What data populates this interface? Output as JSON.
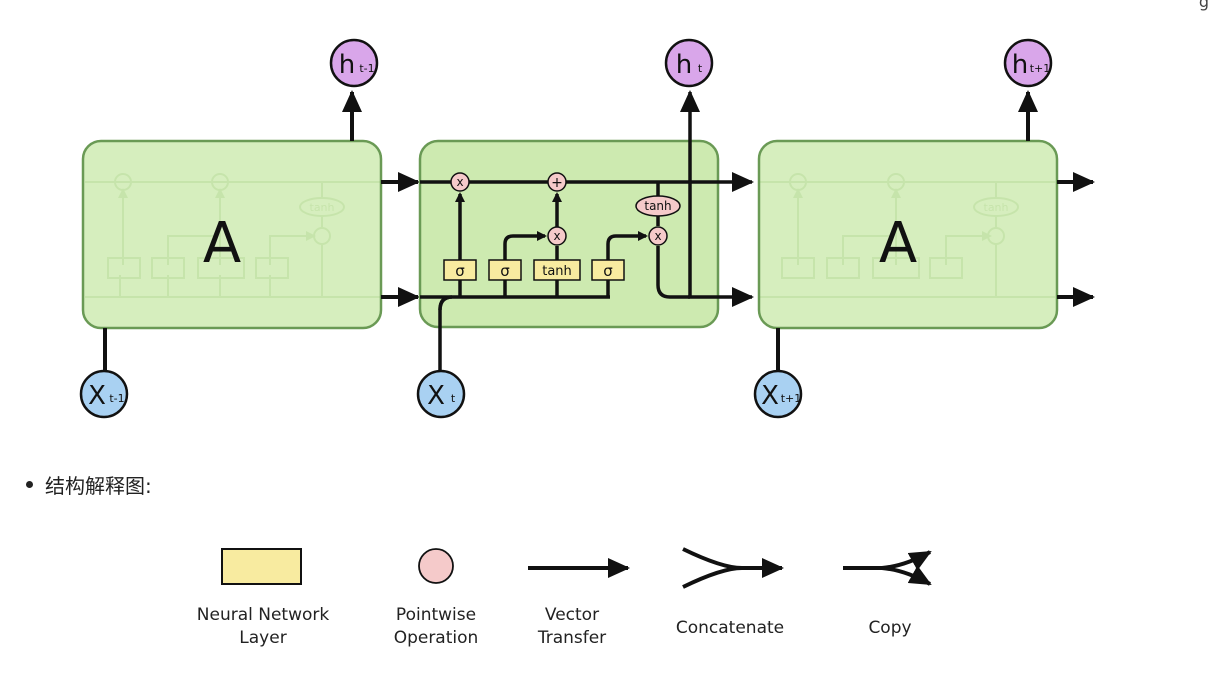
{
  "corner_text": "g",
  "cells": {
    "left": {
      "label": "A"
    },
    "right": {
      "label": "A"
    }
  },
  "outputs": [
    {
      "main": "h",
      "sub": "t-1"
    },
    {
      "main": "h",
      "sub": "t"
    },
    {
      "main": "h",
      "sub": "t+1"
    }
  ],
  "inputs": [
    {
      "main": "X",
      "sub": "t-1"
    },
    {
      "main": "X",
      "sub": "t"
    },
    {
      "main": "X",
      "sub": "t+1"
    }
  ],
  "pointwise_ops": {
    "multiply": "x",
    "add": "+",
    "tanh": "tanh"
  },
  "layers": {
    "sigma": "σ",
    "tanh": "tanh"
  },
  "bullet_text": "结构解释图:",
  "legend": [
    {
      "line1": "Neural Network",
      "line2": "Layer"
    },
    {
      "line1": "Pointwise",
      "line2": "Operation"
    },
    {
      "line1": "Vector",
      "line2": "Transfer"
    },
    {
      "line1": "Concatenate",
      "line2": ""
    },
    {
      "line1": "Copy",
      "line2": ""
    }
  ],
  "colors": {
    "cell_fill": "#cdeab0",
    "cell_stroke": "#6a9a55",
    "output_fill": "#d9a6ea",
    "input_fill": "#a9d1f2",
    "layer_fill": "#f8eba0",
    "pointwise_fill": "#f5caca"
  }
}
